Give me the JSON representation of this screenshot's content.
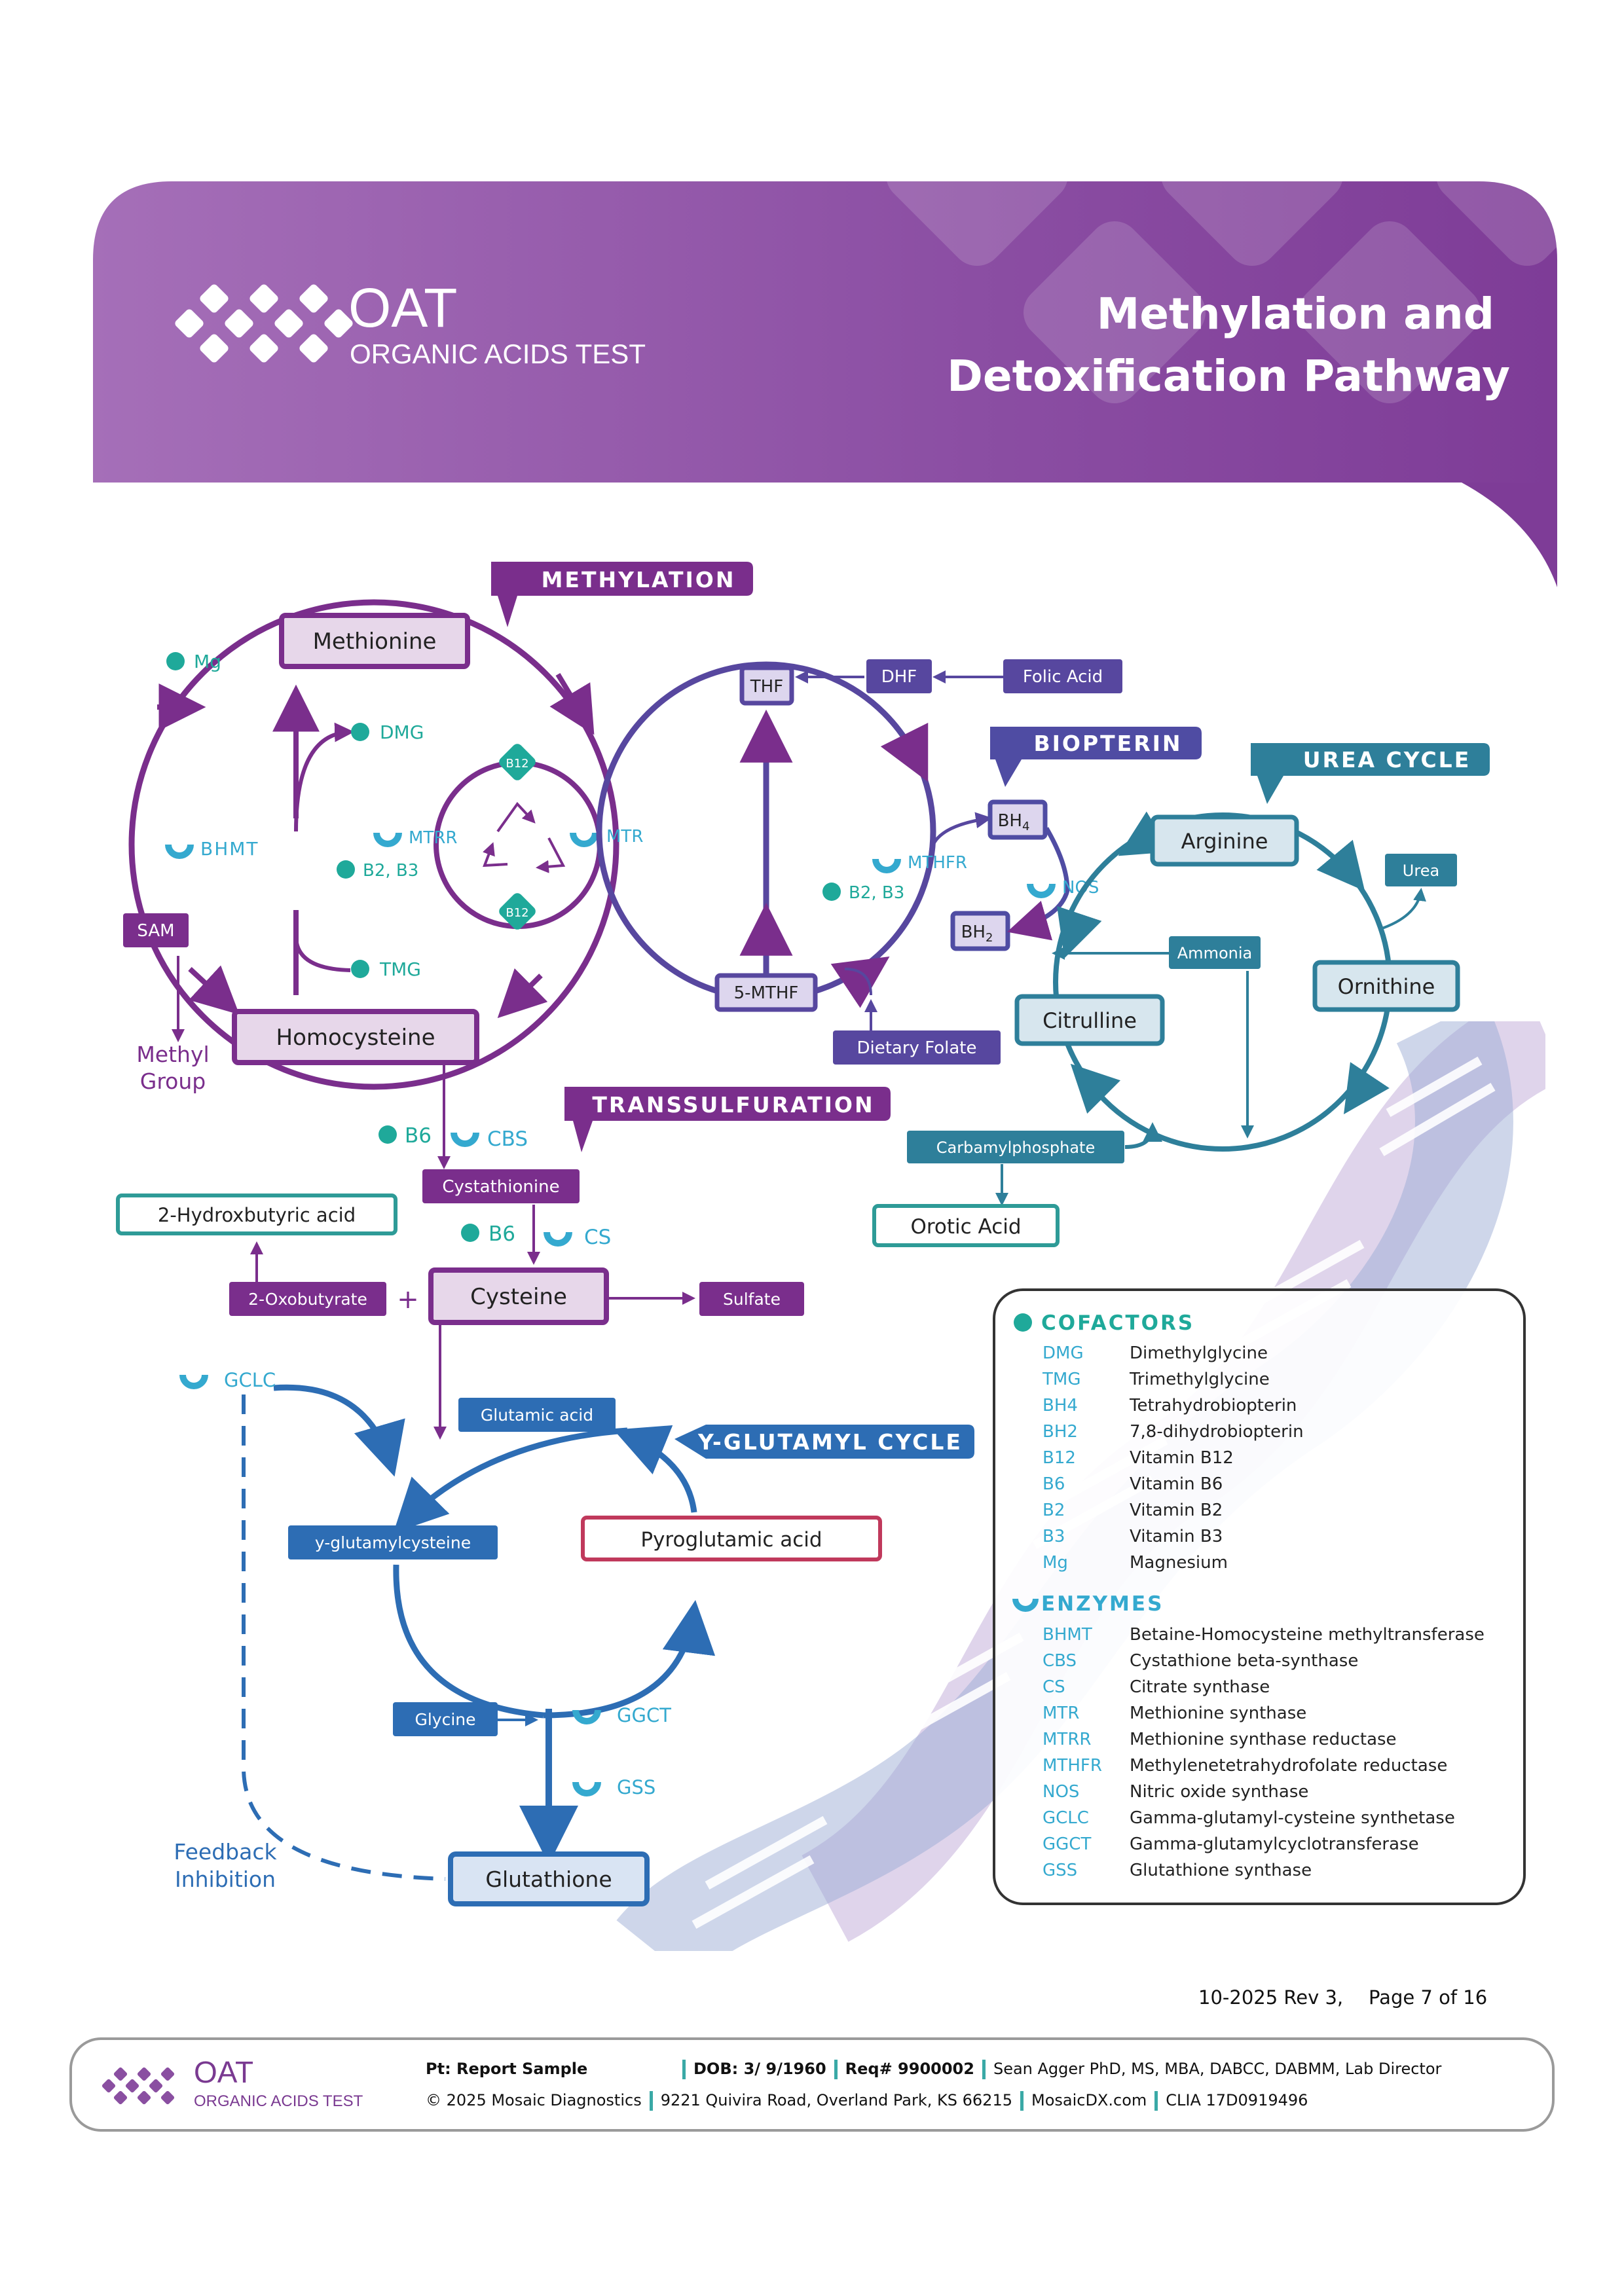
{
  "header": {
    "logo_main": "OAT",
    "logo_sub": "ORGANIC ACIDS TEST",
    "title_line1": "Methylation and",
    "title_line2": "Detoxification Pathway"
  },
  "sections": {
    "methylation": "METHYLATION",
    "biopterin": "BIOPTERIN",
    "urea": "UREA CYCLE",
    "transsulfuration": "TRANSSULFURATION",
    "yglut": "Y-GLUTAMYL CYCLE"
  },
  "nodes": {
    "methionine": "Methionine",
    "homocysteine": "Homocysteine",
    "sam": "SAM",
    "methyl_group": [
      "Methyl",
      "Group"
    ],
    "thf": "THF",
    "dhf": "DHF",
    "folic_acid": "Folic Acid",
    "mthf5": "5-MTHF",
    "dietary_folate": "Dietary Folate",
    "bh4": "BH",
    "bh4_sub": "4",
    "bh2": "BH",
    "bh2_sub": "2",
    "arginine": "Arginine",
    "urea": "Urea",
    "ammonia": "Ammonia",
    "ornithine": "Ornithine",
    "citrulline": "Citrulline",
    "carbamylphosphate": "Carbamylphosphate",
    "orotic_acid": "Orotic Acid",
    "cystathionine": "Cystathionine",
    "hydroxybutyric": "2-Hydroxbutyric acid",
    "oxobutyrate": "2-Oxobutyrate",
    "plus": "+",
    "cysteine": "Cysteine",
    "sulfate": "Sulfate",
    "glutamic_acid": "Glutamic acid",
    "yglutamylcysteine": "y-glutamylcysteine",
    "pyroglutamic": "Pyroglutamic acid",
    "glycine": "Glycine",
    "glutathione": "Glutathione",
    "feedback": [
      "Feedback",
      "Inhibition"
    ]
  },
  "labels": {
    "mg": "Mg",
    "dmg": "DMG",
    "bhmt": "BHMT",
    "mtrr": "MTRR",
    "b2b3_a": "B2, B3",
    "mtr": "MTR",
    "b12": "B12",
    "tmg": "TMG",
    "mthfr": "MTHFR",
    "b2b3_b": "B2, B3",
    "nos": "NOS",
    "b6_a": "B6",
    "cbs": "CBS",
    "b6_b": "B6",
    "cs": "CS",
    "gclc": "GCLC",
    "ggct": "GGCT",
    "gss": "GSS"
  },
  "legend": {
    "cofactors_title": "COFACTORS",
    "cofactors": [
      {
        "abbr": "DMG",
        "name": "Dimethylglycine"
      },
      {
        "abbr": "TMG",
        "name": "Trimethylglycine"
      },
      {
        "abbr": "BH4",
        "name": "Tetrahydrobiopterin"
      },
      {
        "abbr": "BH2",
        "name": "7,8-dihydrobiopterin"
      },
      {
        "abbr": "B12",
        "name": "Vitamin B12"
      },
      {
        "abbr": "B6",
        "name": "Vitamin B6"
      },
      {
        "abbr": "B2",
        "name": "Vitamin B2"
      },
      {
        "abbr": "B3",
        "name": "Vitamin B3"
      },
      {
        "abbr": "Mg",
        "name": "Magnesium"
      }
    ],
    "enzymes_title": "ENZYMES",
    "enzymes": [
      {
        "abbr": "BHMT",
        "name": "Betaine-Homocysteine methyltransferase"
      },
      {
        "abbr": "CBS",
        "name": "Cystathione beta-synthase"
      },
      {
        "abbr": "CS",
        "name": "Citrate synthase"
      },
      {
        "abbr": "MTR",
        "name": "Methionine synthase"
      },
      {
        "abbr": "MTRR",
        "name": "Methionine synthase reductase"
      },
      {
        "abbr": "MTHFR",
        "name": "Methylenetetrahydrofolate reductase"
      },
      {
        "abbr": "NOS",
        "name": "Nitric oxide synthase"
      },
      {
        "abbr": "GCLC",
        "name": "Gamma-glutamyl-cysteine synthetase"
      },
      {
        "abbr": "GGCT",
        "name": "Gamma-glutamylcyclotransferase"
      },
      {
        "abbr": "GSS",
        "name": "Glutathione synthase"
      }
    ]
  },
  "footer": {
    "rev": "10-2025 Rev 3,",
    "page": "Page 7 of 16",
    "logo_main": "OAT",
    "logo_sub": "ORGANIC ACIDS TEST",
    "patient": "Pt: Report Sample",
    "dob": "DOB: 3/ 9/1960",
    "req": "Req# 9900002",
    "director": "Sean Agger PhD, MS, MBA, DABCC, DABMM, Lab Director",
    "copyright": "© 2025 Mosaic Diagnostics",
    "address": "9221 Quivira Road, Overland Park, KS 66215",
    "website": "MosaicDX.com",
    "clia": "CLIA 17D0919496"
  },
  "colors": {
    "purple": "#7a2e8c",
    "violet": "#57479f",
    "indigo": "#4f4ca3",
    "teal": "#2e7f9a",
    "cyan": "#34a9cf",
    "green": "#1fa99a",
    "blue": "#2d6db4",
    "red": "#c0395c",
    "tealbox": "#2e9b97"
  }
}
